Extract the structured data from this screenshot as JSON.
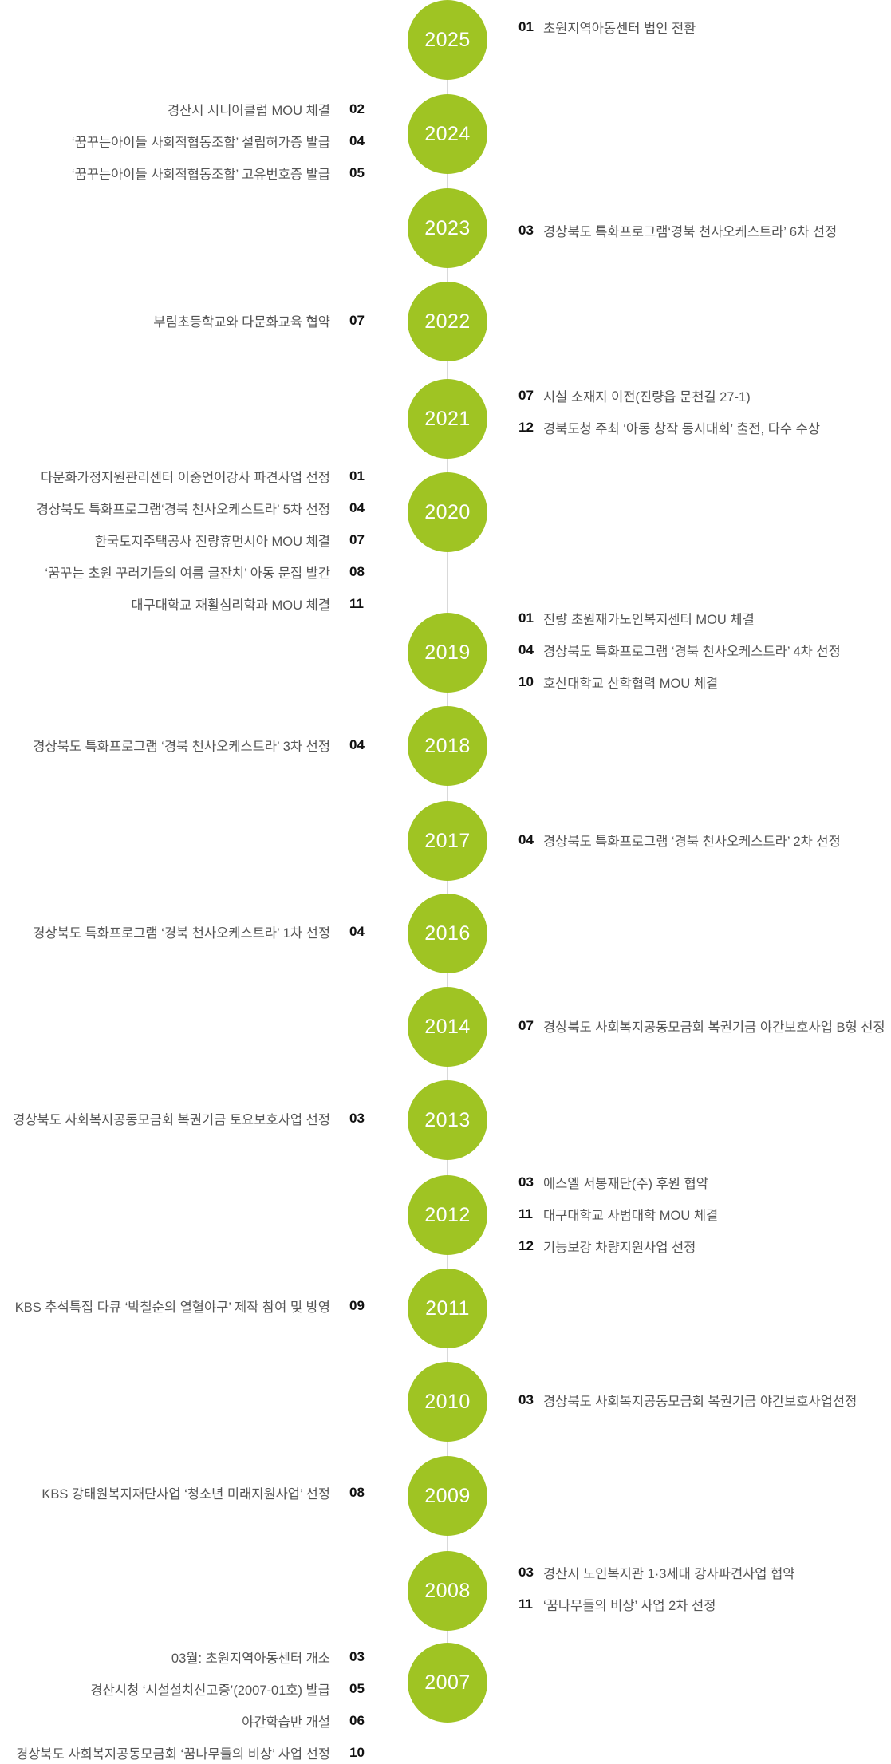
{
  "years": [
    {
      "year": "2025",
      "side": "right",
      "events": [
        {
          "month": "01",
          "text": "초원지역아동센터 법인 전환"
        }
      ]
    },
    {
      "year": "2024",
      "side": "left",
      "events": [
        {
          "month": "02",
          "text": "경산시 시니어클럽 MOU 체결"
        },
        {
          "month": "04",
          "text": "‘꿈꾸는아이들 사회적협동조합’ 설립허가증 발급"
        },
        {
          "month": "05",
          "text": "‘꿈꾸는아이들 사회적협동조합’ 고유번호증 발급"
        }
      ]
    },
    {
      "year": "2023",
      "side": "right",
      "events": [
        {
          "month": "03",
          "text": "경상북도 특화프로그램‘경북 천사오케스트라’ 6차 선정"
        }
      ]
    },
    {
      "year": "2022",
      "side": "left",
      "events": [
        {
          "month": "07",
          "text": "부림초등학교와 다문화교육 협약"
        }
      ]
    },
    {
      "year": "2021",
      "side": "right",
      "events": [
        {
          "month": "07",
          "text": "시설 소재지 이전(진량읍 문천길 27-1)"
        },
        {
          "month": "12",
          "text": "경북도청 주최 ‘아동 창작 동시대회’ 출전, 다수 수상"
        }
      ]
    },
    {
      "year": "2020",
      "side": "left",
      "events": [
        {
          "month": "01",
          "text": "다문화가정지원관리센터 이중언어강사 파견사업 선정"
        },
        {
          "month": "04",
          "text": "경상북도 특화프로그램‘경북 천사오케스트라’ 5차 선정"
        },
        {
          "month": "07",
          "text": "한국토지주택공사 진량휴먼시아 MOU 체결"
        },
        {
          "month": "08",
          "text": "‘꿈꾸는 초원 꾸러기들의 여름 글잔치’ 아동 문집 발간"
        },
        {
          "month": "11",
          "text": "대구대학교 재활심리학과 MOU 체결"
        }
      ]
    },
    {
      "year": "2019",
      "side": "right",
      "events": [
        {
          "month": "01",
          "text": "진량 초원재가노인복지센터 MOU 체결"
        },
        {
          "month": "04",
          "text": "경상북도 특화프로그램 ‘경북 천사오케스트라’ 4차 선정"
        },
        {
          "month": "10",
          "text": "호산대학교 산학협력 MOU 체결"
        }
      ]
    },
    {
      "year": "2018",
      "side": "left",
      "events": [
        {
          "month": "04",
          "text": "경상북도 특화프로그램 ‘경북 천사오케스트라’ 3차 선정"
        }
      ]
    },
    {
      "year": "2017",
      "side": "right",
      "events": [
        {
          "month": "04",
          "text": "경상북도 특화프로그램 ‘경북 천사오케스트라’ 2차 선정"
        }
      ]
    },
    {
      "year": "2016",
      "side": "left",
      "events": [
        {
          "month": "04",
          "text": "경상북도 특화프로그램 ‘경북 천사오케스트라’ 1차 선정"
        }
      ]
    },
    {
      "year": "2014",
      "side": "right",
      "events": [
        {
          "month": "07",
          "text": "경상북도 사회복지공동모금회 복권기금 야간보호사업 B형 선정"
        }
      ]
    },
    {
      "year": "2013",
      "side": "left",
      "events": [
        {
          "month": "03",
          "text": "경상북도 사회복지공동모금회 복권기금 토요보호사업 선정"
        }
      ]
    },
    {
      "year": "2012",
      "side": "right",
      "events": [
        {
          "month": "03",
          "text": "에스엘 서봉재단(주) 후원 협약"
        },
        {
          "month": "11",
          "text": "대구대학교 사범대학 MOU 체결"
        },
        {
          "month": "12",
          "text": "기능보강 차량지원사업 선정"
        }
      ]
    },
    {
      "year": "2011",
      "side": "left",
      "events": [
        {
          "month": "09",
          "text": "KBS 추석특집 다큐 ‘박철순의 열혈야구’ 제작 참여 및 방영"
        }
      ]
    },
    {
      "year": "2010",
      "side": "right",
      "events": [
        {
          "month": "03",
          "text": "경상북도 사회복지공동모금회 복권기금 야간보호사업선정"
        }
      ]
    },
    {
      "year": "2009",
      "side": "left",
      "events": [
        {
          "month": "08",
          "text": "KBS 강태원복지재단사업 ‘청소년 미래지원사업’ 선정"
        }
      ]
    },
    {
      "year": "2008",
      "side": "right",
      "events": [
        {
          "month": "03",
          "text": "경산시 노인복지관 1·3세대 강사파견사업 협약"
        },
        {
          "month": "11",
          "text": "‘꿈나무들의 비상’ 사업 2차 선정"
        }
      ]
    },
    {
      "year": "2007",
      "side": "left",
      "events": [
        {
          "month": "03",
          "text": "03월: 초원지역아동센터 개소"
        },
        {
          "month": "05",
          "text": "경산시청 ‘시설설치신고증’(2007-01호) 발급"
        },
        {
          "month": "06",
          "text": "야간학습반 개설"
        },
        {
          "month": "10",
          "text": "경상북도 사회복지공동모금회 ‘꿈나무들의 비상’ 사업 선정"
        }
      ]
    }
  ]
}
